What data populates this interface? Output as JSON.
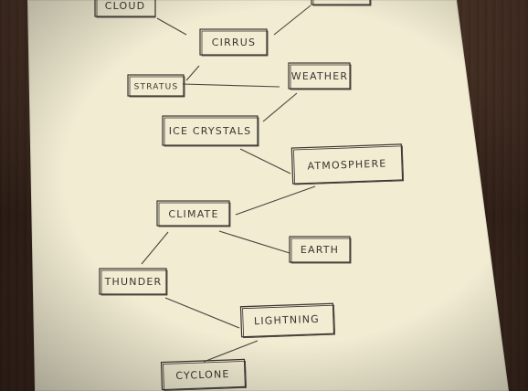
{
  "nodes": {
    "cloud": "CLOUD",
    "top_right": "",
    "cirrus": "CIRRUS",
    "stratus": "STRATUS",
    "weather": "WEATHER",
    "ice_crystals": "ICE CRYSTALS",
    "atmosphere": "ATMOSPHERE",
    "climate": "CLIMATE",
    "earth": "EARTH",
    "thunder": "THUNDER",
    "lightning": "LIGHTNING",
    "cyclone": "CYCLONE"
  },
  "colors": {
    "paper": "#f1ecd2",
    "ink": "#3a3530",
    "wood": "#3a2a20"
  }
}
